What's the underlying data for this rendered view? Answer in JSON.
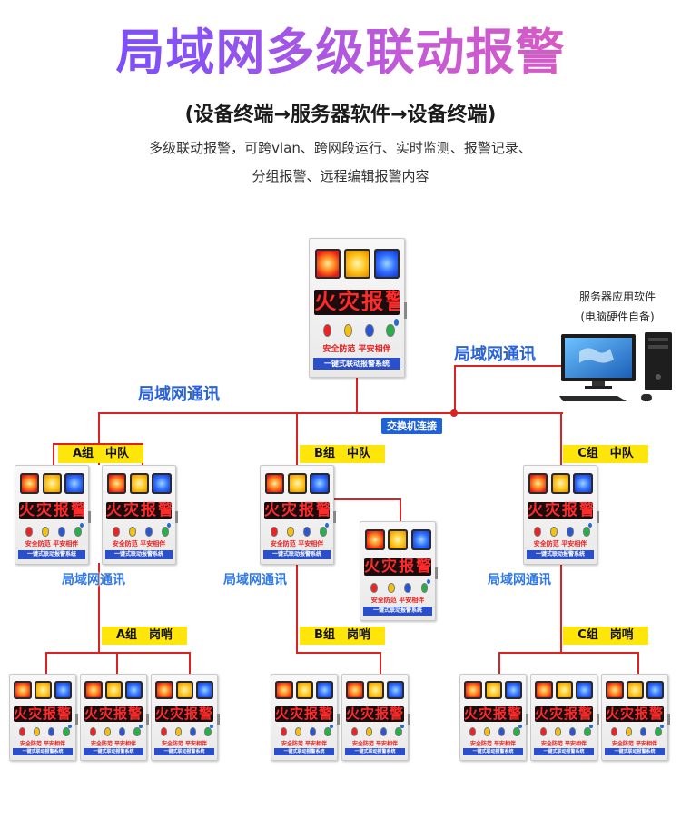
{
  "header": {
    "title": "局域网多级联动报警",
    "subtitle": "(设备终端→服务器软件→设备终端)",
    "desc_line1": "多级联动报警，可跨vlan、跨网段运行、实时监测、报警记录、",
    "desc_line2": "分组报警、远程编辑报警内容"
  },
  "device": {
    "display_text": "火灾报警",
    "tagline": "安全防范 平安相伴",
    "footer": "一键式联动报警系统"
  },
  "labels": {
    "lan_comm": "局域网通讯",
    "switch": "交换机连接",
    "server_line1": "服务器应用软件",
    "server_line2": "(电脑硬件自备)",
    "group_a_team": "A组　中队",
    "group_b_team": "B组　中队",
    "group_c_team": "C组　中队",
    "group_a_post": "A组　岗哨",
    "group_b_post": "B组　岗哨",
    "group_c_post": "C组　岗哨"
  },
  "colors": {
    "title_gradient_start": "#6d4bff",
    "title_gradient_end": "#e25cb8",
    "line_red": "#dd2222",
    "label_yellow": "#ffe60a",
    "net_blue": "#2a62d8"
  }
}
